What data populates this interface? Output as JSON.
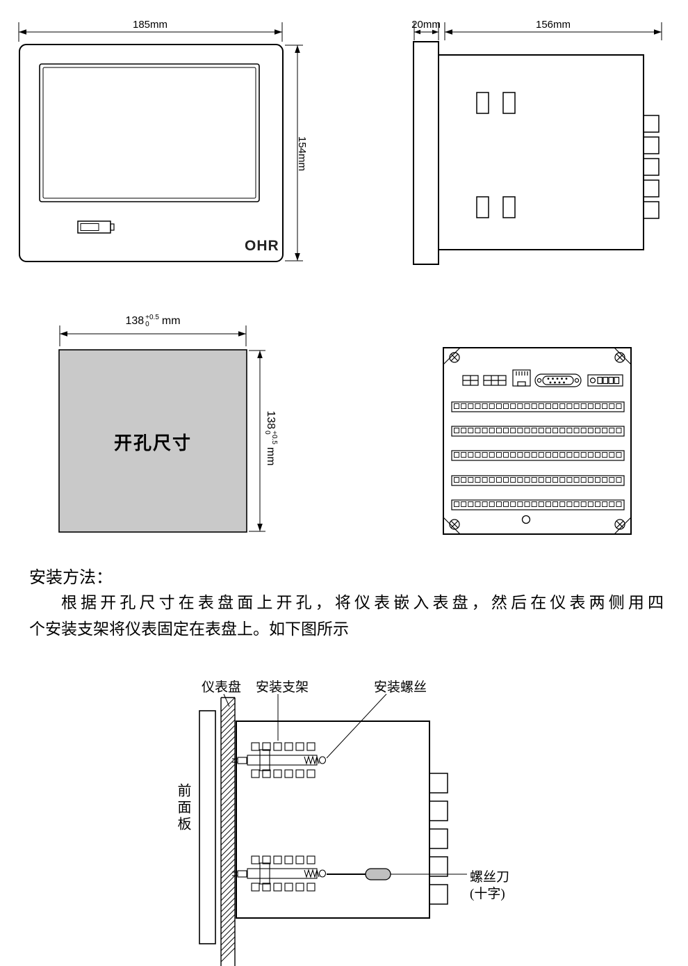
{
  "front_view": {
    "dim_width": "185mm",
    "dim_height": "154mm",
    "logo": "OHR"
  },
  "side_view": {
    "dim_bezel": "20mm",
    "dim_depth": "156mm"
  },
  "cutout_view": {
    "label": "开孔尺寸",
    "dim_value": "138",
    "tol_plus": "+0.5",
    "tol_minus": "0",
    "unit": "mm"
  },
  "instructions": {
    "title": "安装方法：",
    "line1": "根据开孔尺寸在表盘面上开孔，将仪表嵌入表盘，然后在仪表两侧用四",
    "line2": "个安装支架将仪表固定在表盘上。如下图所示"
  },
  "install_view": {
    "label_panel": "仪表盘",
    "label_bracket": "安装支架",
    "label_screw": "安装螺丝",
    "label_front_panel": "前面板",
    "label_screwdriver": "螺丝刀",
    "label_screwdriver_type": "(十字)"
  },
  "colors": {
    "ink": "#000000",
    "cutout_fill": "#c9c9c9",
    "handle_fill": "#c0c0c0"
  }
}
